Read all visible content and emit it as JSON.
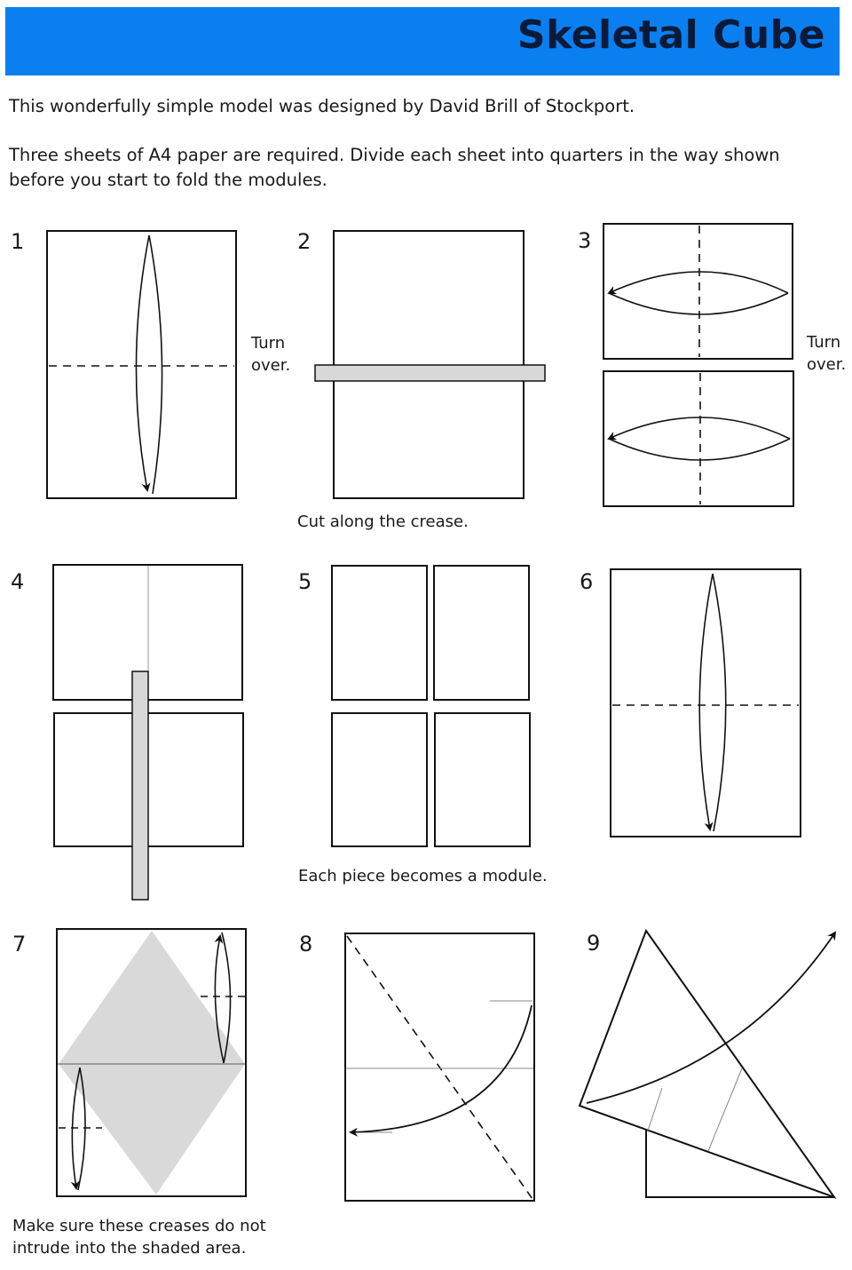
{
  "header": {
    "title": "Skeletal Cube",
    "color": "#0a7ff0"
  },
  "intro": {
    "line1": "This wonderfully simple model was designed by David Brill of Stockport.",
    "line2": "Three sheets of A4 paper are required. Divide each sheet into quarters in the way shown",
    "line3": "before you start to fold the modules."
  },
  "steps": [
    {
      "number": "1",
      "caption_line1": "Turn",
      "caption_line2": "over."
    },
    {
      "number": "2",
      "caption": "Cut along the crease."
    },
    {
      "number": "3",
      "caption_line1": "Turn",
      "caption_line2": "over."
    },
    {
      "number": "4"
    },
    {
      "number": "5",
      "caption": "Each piece becomes a module."
    },
    {
      "number": "6"
    },
    {
      "number": "7",
      "caption_line1": "Make sure these creases do not",
      "caption_line2": "intrude into the shaded area."
    },
    {
      "number": "8"
    },
    {
      "number": "9"
    }
  ]
}
